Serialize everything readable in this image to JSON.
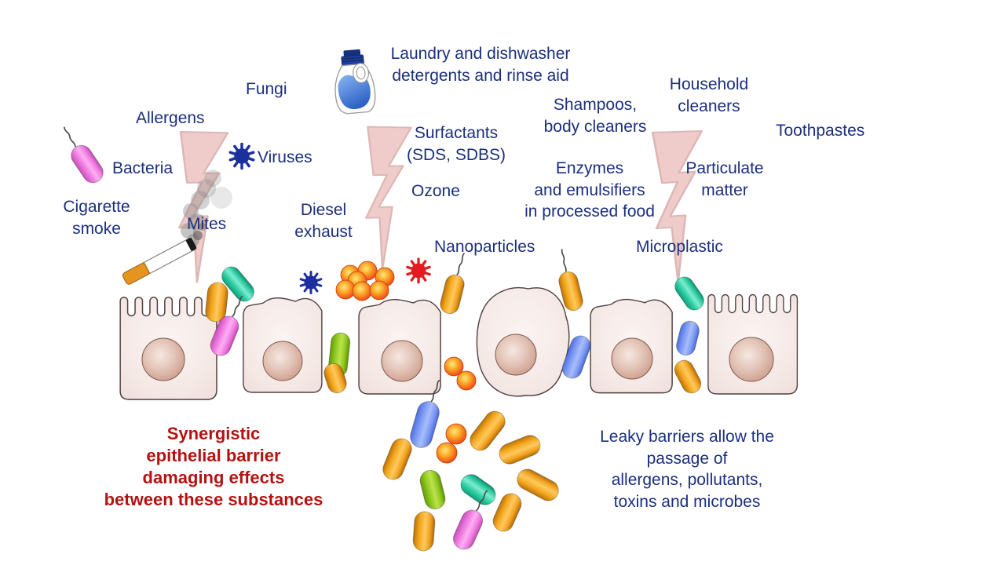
{
  "figure": {
    "labels": {
      "laundry": "Laundry and dishwasher\ndetergents and rinse aid",
      "fungi": "Fungi",
      "household": "Household\ncleaners",
      "allergens": "Allergens",
      "shampoos": "Shampoos,\nbody cleaners",
      "toothpastes": "Toothpastes",
      "bacteria": "Bacteria",
      "viruses": "Viruses",
      "surfactants": "Surfactants\n(SDS, SDBS)",
      "enzymes": "Enzymes\nand emulsifiers\nin processed food",
      "particulate": "Particulate\nmatter",
      "cigarette": "Cigarette\nsmoke",
      "mites": "Mites",
      "ozone": "Ozone",
      "diesel": "Diesel\nexhaust",
      "nanoparticles": "Nanoparticles",
      "microplastic": "Microplastic",
      "synergistic": "Synergistic\nepithelial barrier\ndamaging effects\nbetween these substances",
      "leaky": "Leaky barriers allow the\npassage of\nallergens, pollutants,\ntoxins and microbes"
    },
    "icons": {
      "lightning-bolt-icon": "epithelial damage bolt",
      "detergent-bottle-icon": "laundry detergent bottle",
      "cigarette-icon": "burning cigarette with smoke",
      "virus-icon": "spiked virus particle",
      "bacterium-rod-icon": "rod-shaped bacterium",
      "flagellum-icon": "bacterial flagellum",
      "nanoparticle-icon": "nanoparticle sphere",
      "epithelial-cell-icon": "epithelial cell with nucleus",
      "microvilli-icon": "microvilli on epithelial cell"
    },
    "colors": {
      "label_text": "#1b2f7e",
      "warning_text": "#b31312",
      "bolt_fill": "#efcbc9",
      "cell_fill": "#f4e8e5",
      "nucleus": "#cfa08e",
      "bacteria_orange": "#f2a029",
      "bacteria_pink": "#ef7de4",
      "bacteria_teal": "#2fd0a6",
      "bacteria_green": "#8cc822",
      "bacteria_blue": "#7d9af3",
      "virus_blue": "#1c2f9e",
      "virus_red": "#e31b1e",
      "nanoparticle": "#f4661d",
      "detergent_blue": "#3c77d6",
      "smoke": "#8a8a8a"
    }
  }
}
